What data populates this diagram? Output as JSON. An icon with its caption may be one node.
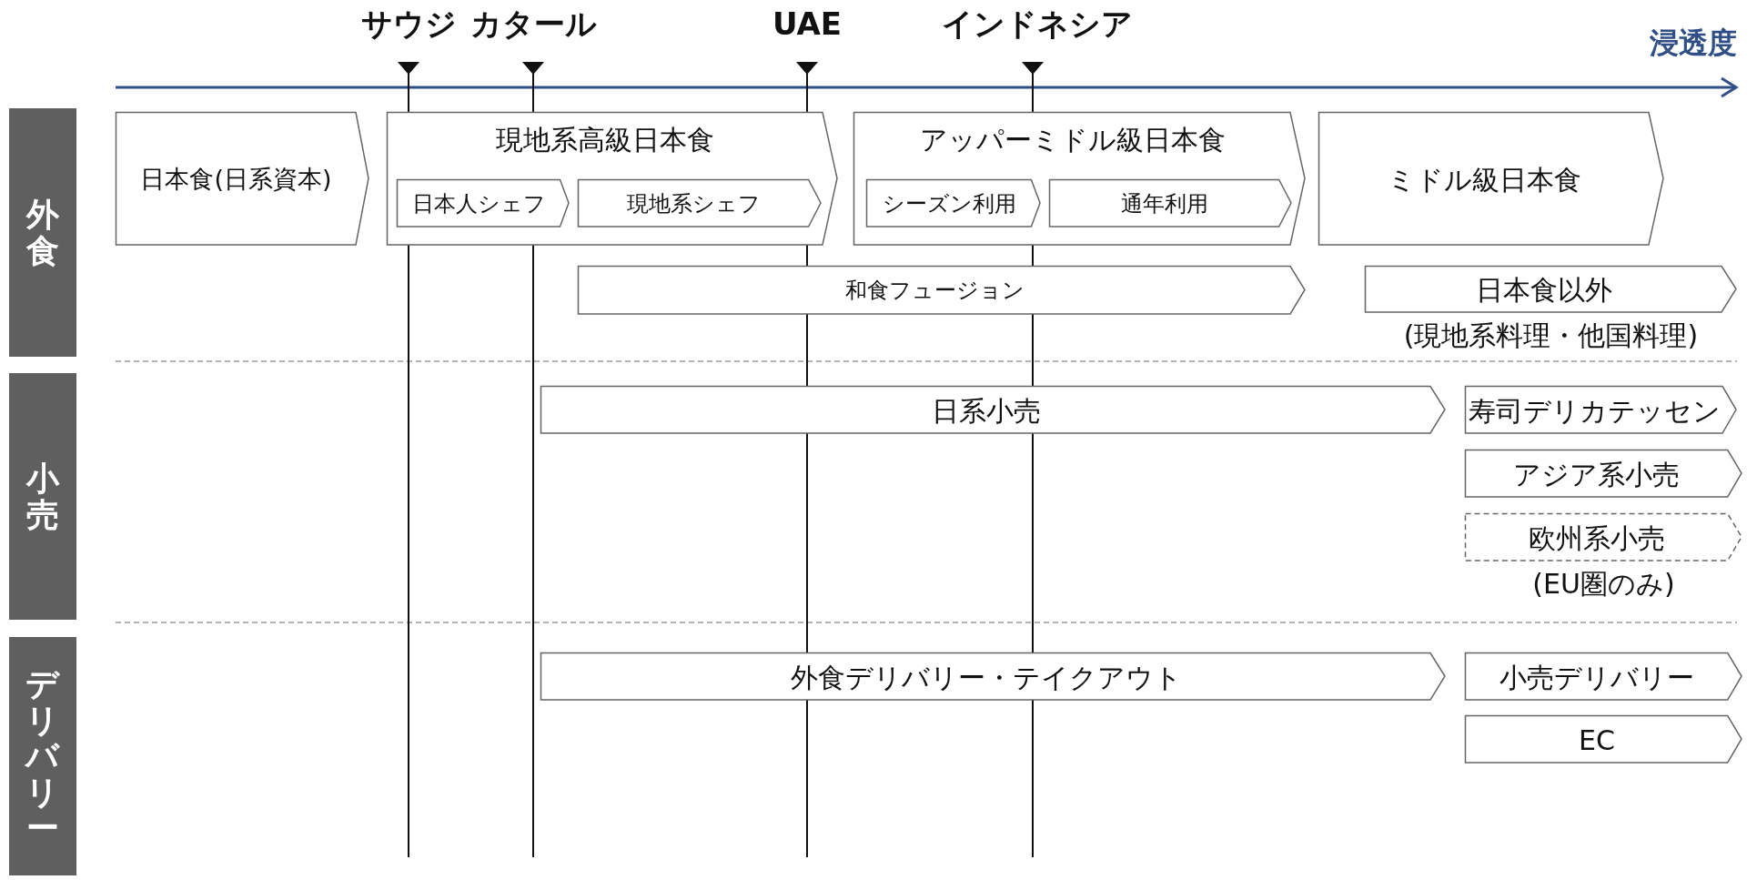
{
  "diagram": {
    "nodes": [
      {
        "text": [
          "外食"
        ]
      },
      {
        "text": [
          "小売"
        ]
      },
      {
        "text": [
          "デリバリー"
        ]
      },
      {
        "text": [
          "日本食(日系資本)"
        ]
      },
      {
        "text": [
          "現地系高級日本食"
        ]
      },
      {
        "text": [
          "日本人シェフ"
        ],
        "in": 4
      },
      {
        "text": [
          "現地系シェフ"
        ],
        "in": 4
      },
      {
        "text": [
          "アッパーミドル級日本食"
        ]
      },
      {
        "text": [
          "シーズン利用"
        ],
        "in": 7
      },
      {
        "text": [
          "通年利用"
        ],
        "in": 7
      },
      {
        "text": [
          "ミドル級日本食"
        ]
      },
      {
        "text": [
          "和食フュージョン"
        ]
      },
      {
        "text": [
          "日本食以外"
        ],
        "beside": [
          "(現地系料理・他国料理)"
        ]
      },
      {
        "text": [
          "日系小売"
        ]
      },
      {
        "text": [
          "寿司デリカテッセン"
        ]
      },
      {
        "text": [
          "アジア系小売"
        ]
      },
      {
        "text": [
          "欧州系小売"
        ],
        "beside": [
          "(EU圏のみ)"
        ]
      },
      {
        "text": [
          "外食デリバリー・テイクアウト"
        ]
      },
      {
        "text": [
          "小売デリバリー"
        ]
      },
      {
        "text": [
          "EC"
        ]
      }
    ],
    "labels": [
      "サウジ",
      "カタール",
      "UAE",
      "インドネシア",
      "浸透度"
    ]
  }
}
